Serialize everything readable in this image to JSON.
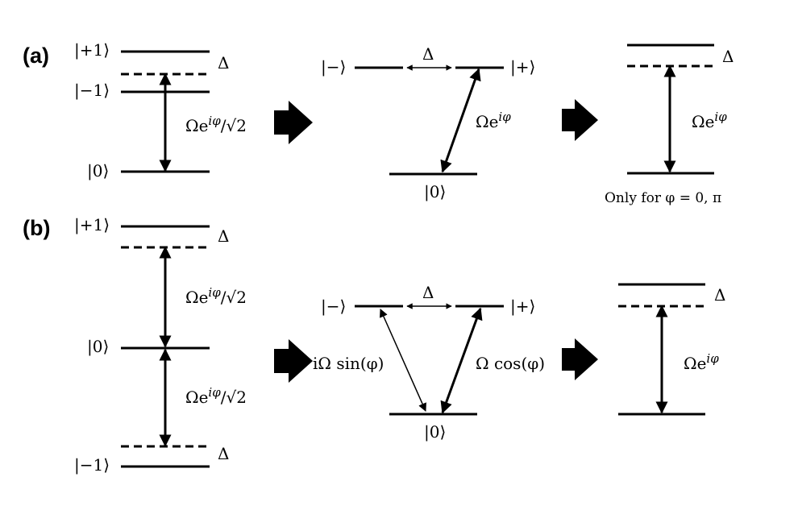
{
  "panels": {
    "a": "(a)",
    "b": "(b)"
  },
  "kets": {
    "plus1": "|+1⟩",
    "minus1": "|−1⟩",
    "zero": "|0⟩",
    "minus": "|−⟩",
    "plus": "|+⟩"
  },
  "symbols": {
    "delta": "Δ",
    "coupling_sqrt2_base": "Ωe",
    "coupling_sqrt2_exp": "iφ",
    "coupling_sqrt2_tail": "/√2",
    "coupling_base": "Ωe",
    "coupling_exp": "iφ",
    "i_omega_sin": "iΩ sin(φ)",
    "omega_cos": "Ω cos(φ)"
  },
  "notes": {
    "only_for": "Only for φ = 0, π"
  }
}
